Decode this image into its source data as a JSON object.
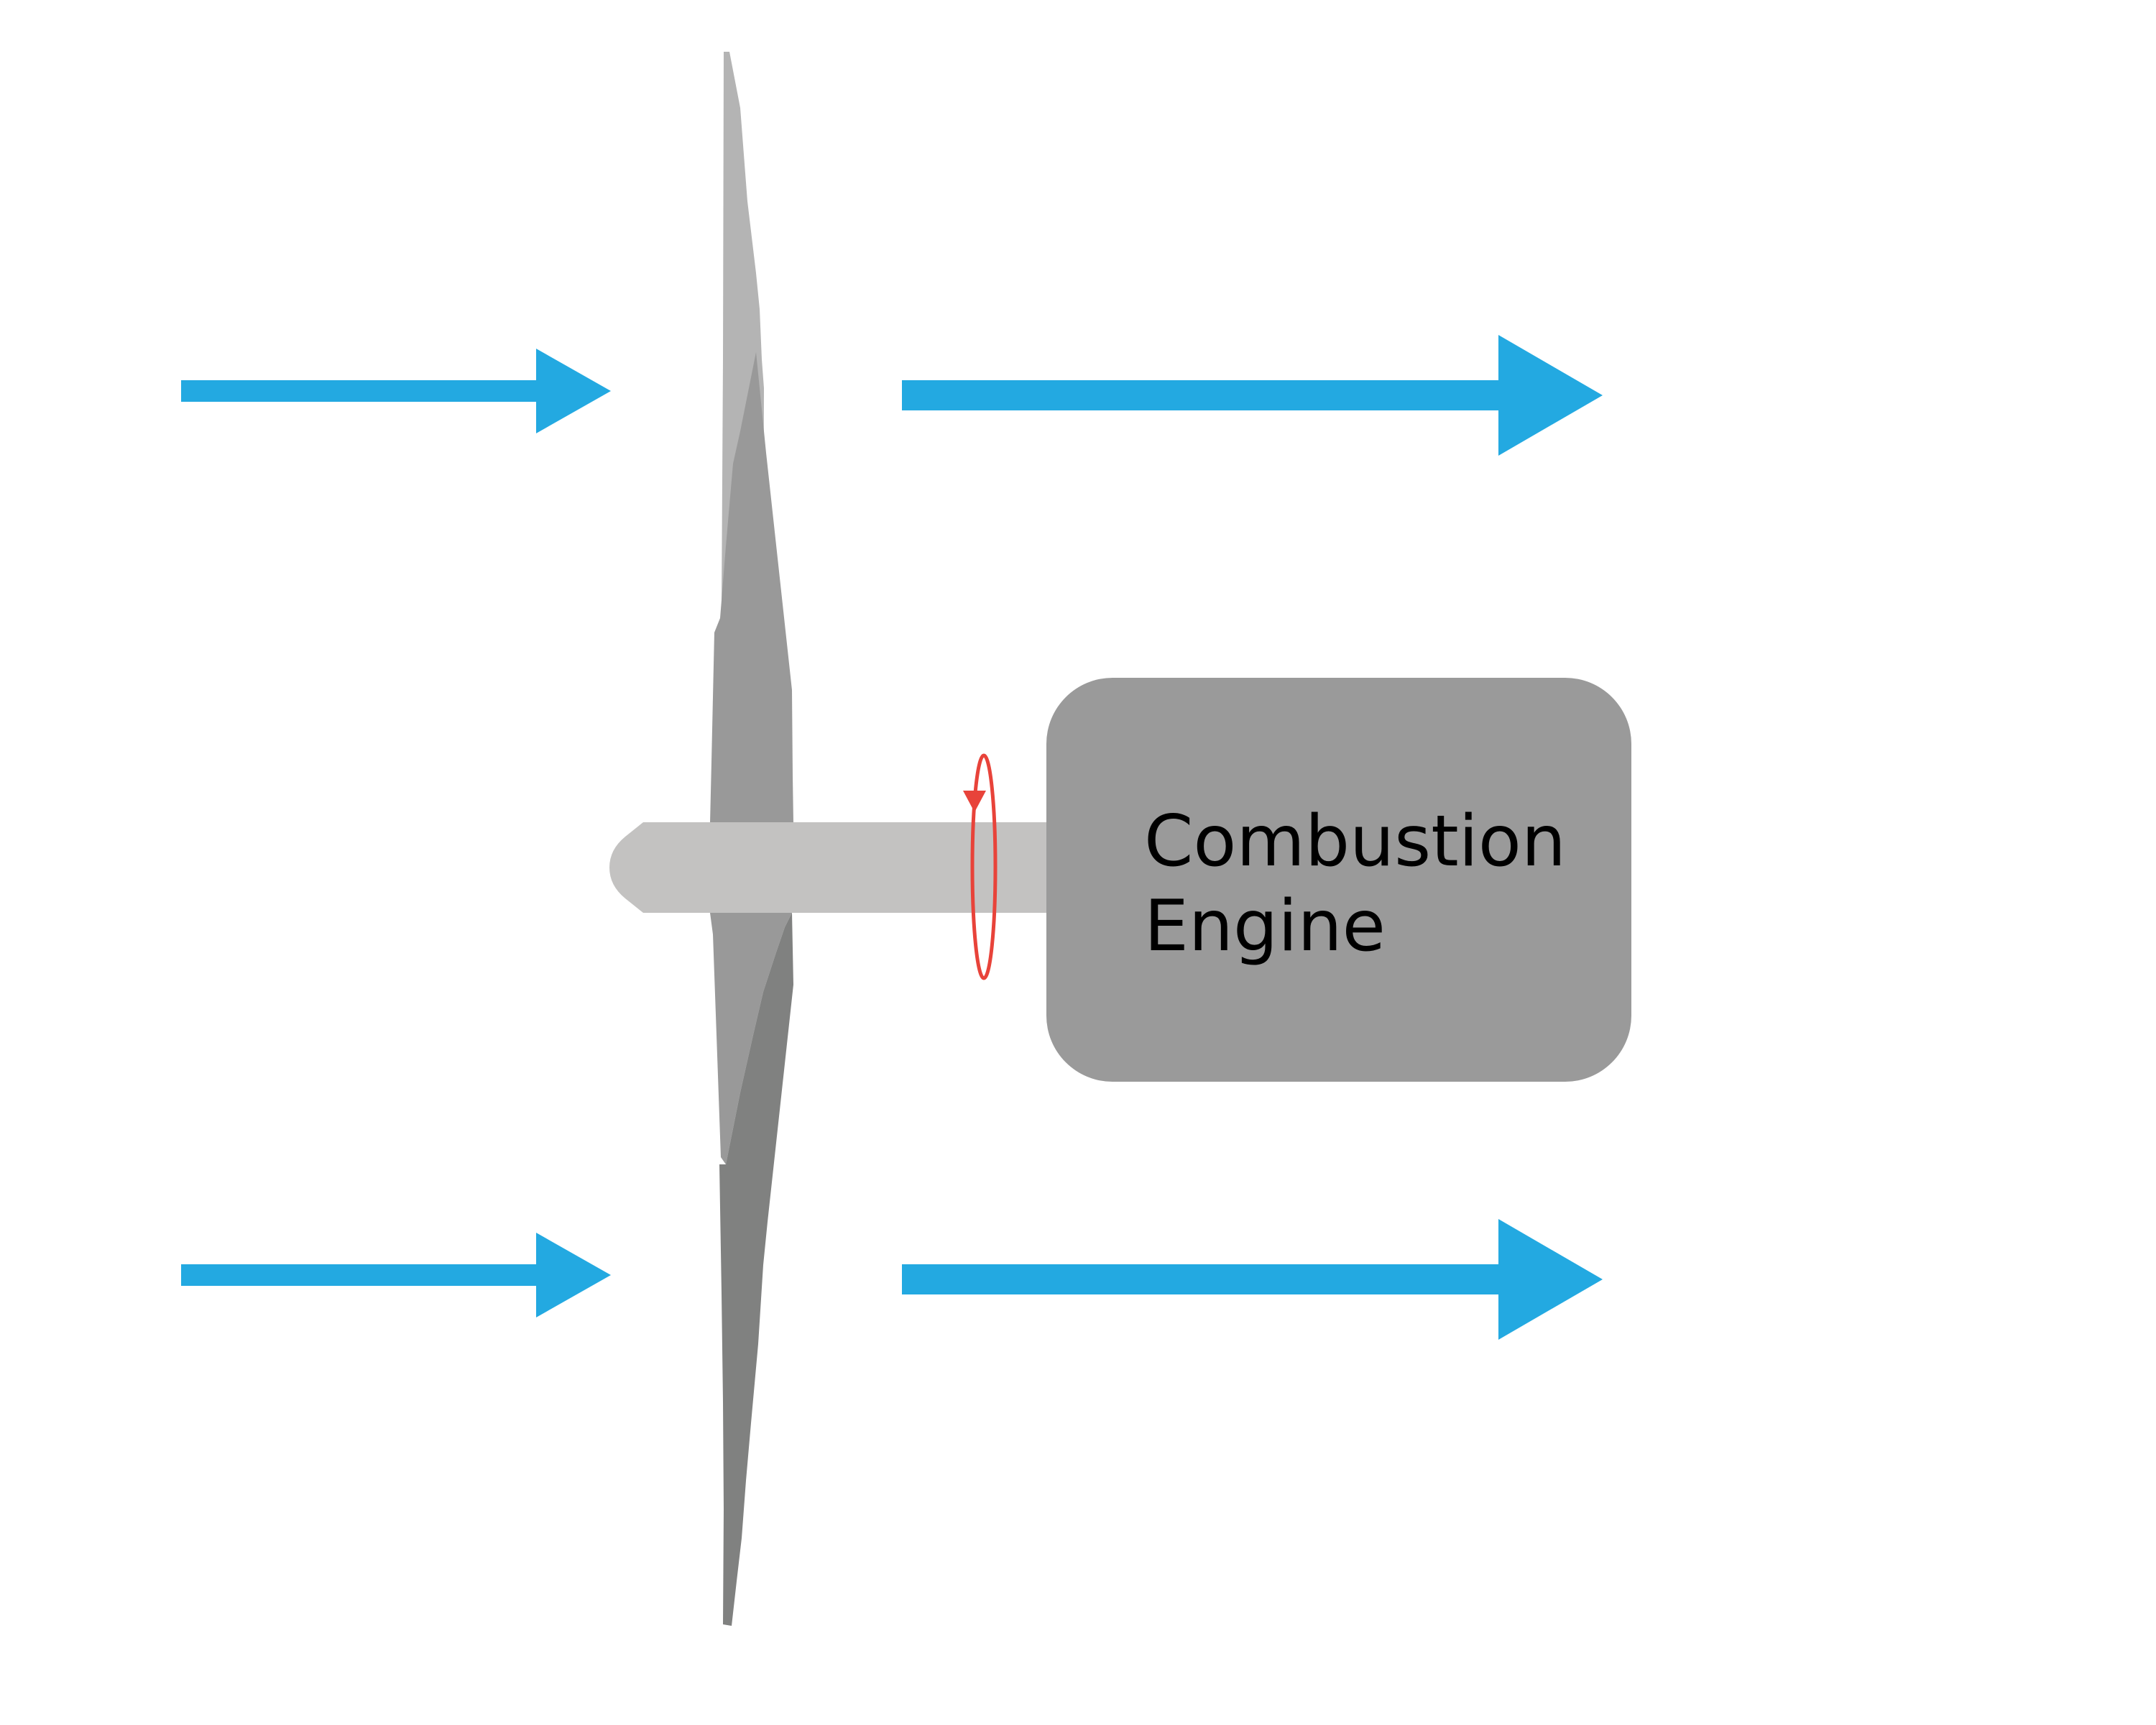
{
  "engine": {
    "label_line1": "Combustion",
    "label_line2": "Engine"
  },
  "colors": {
    "airflow_arrow": "#23a9e1",
    "engine_body": "#9a9a9a",
    "shaft": "#c3c2c1",
    "rotation_indicator": "#e8433a",
    "propeller_light": "#b4b4b4",
    "propeller_mid": "#999999",
    "propeller_dark": "#808180"
  },
  "airflow": {
    "incoming_arrow_count": 2,
    "outgoing_arrow_count": 2
  },
  "icons": {
    "propeller": "propeller-icon",
    "rotation": "rotation-arrow-icon"
  }
}
